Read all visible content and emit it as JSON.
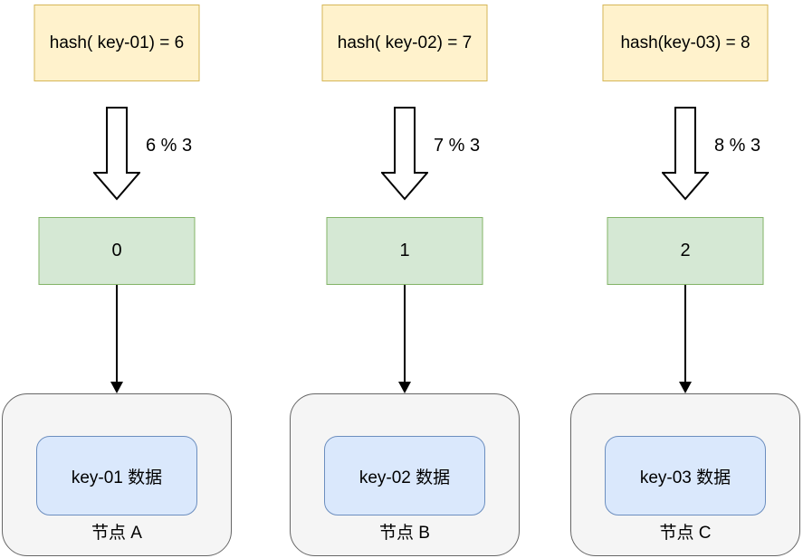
{
  "diagram": {
    "modulus_base": 3,
    "columns": [
      {
        "hash_label": "hash( key-01) = 6",
        "mod_label": "6 % 3",
        "slot_value": "0",
        "data_label": "key-01 数据",
        "node_label": "节点 A"
      },
      {
        "hash_label": "hash( key-02) = 7",
        "mod_label": "7 % 3",
        "slot_value": "1",
        "data_label": "key-02 数据",
        "node_label": "节点 B"
      },
      {
        "hash_label": "hash(key-03) = 8",
        "mod_label": "8 % 3",
        "slot_value": "2",
        "data_label": "key-03 数据",
        "node_label": "节点 C"
      }
    ],
    "icons": {
      "block_down_arrow": "outlined thick arrow pointing down",
      "thin_down_arrow": "thin line arrow pointing down"
    },
    "colors": {
      "hash_box_fill": "#FFF2CC",
      "hash_box_border": "#D6B656",
      "slot_box_fill": "#D5E8D4",
      "slot_box_border": "#82B366",
      "data_box_fill": "#DAE8FC",
      "data_box_border": "#6C8EBF",
      "node_box_fill": "#F5F5F5",
      "node_box_border": "#666666",
      "arrow_color": "#000000",
      "background": "#FFFFFF"
    }
  }
}
